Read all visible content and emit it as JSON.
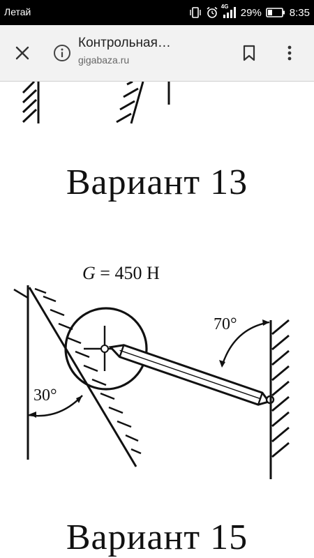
{
  "status_bar": {
    "carrier": "Летай",
    "network": "4G",
    "battery_percent": "29%",
    "time": "8:35"
  },
  "browser": {
    "page_title": "Контрольная…",
    "url": "gigabaza.ru",
    "icons": [
      "close-icon",
      "info-icon",
      "bookmark-icon",
      "more-vert-icon"
    ]
  },
  "content": {
    "variant_13_label": "Вариант 13",
    "variant_15_label": "Вариант 15",
    "diagram": {
      "weight_symbol": "G",
      "weight_value": " = 450 Н",
      "angle_rod": "70°",
      "angle_incline": "30°"
    }
  }
}
